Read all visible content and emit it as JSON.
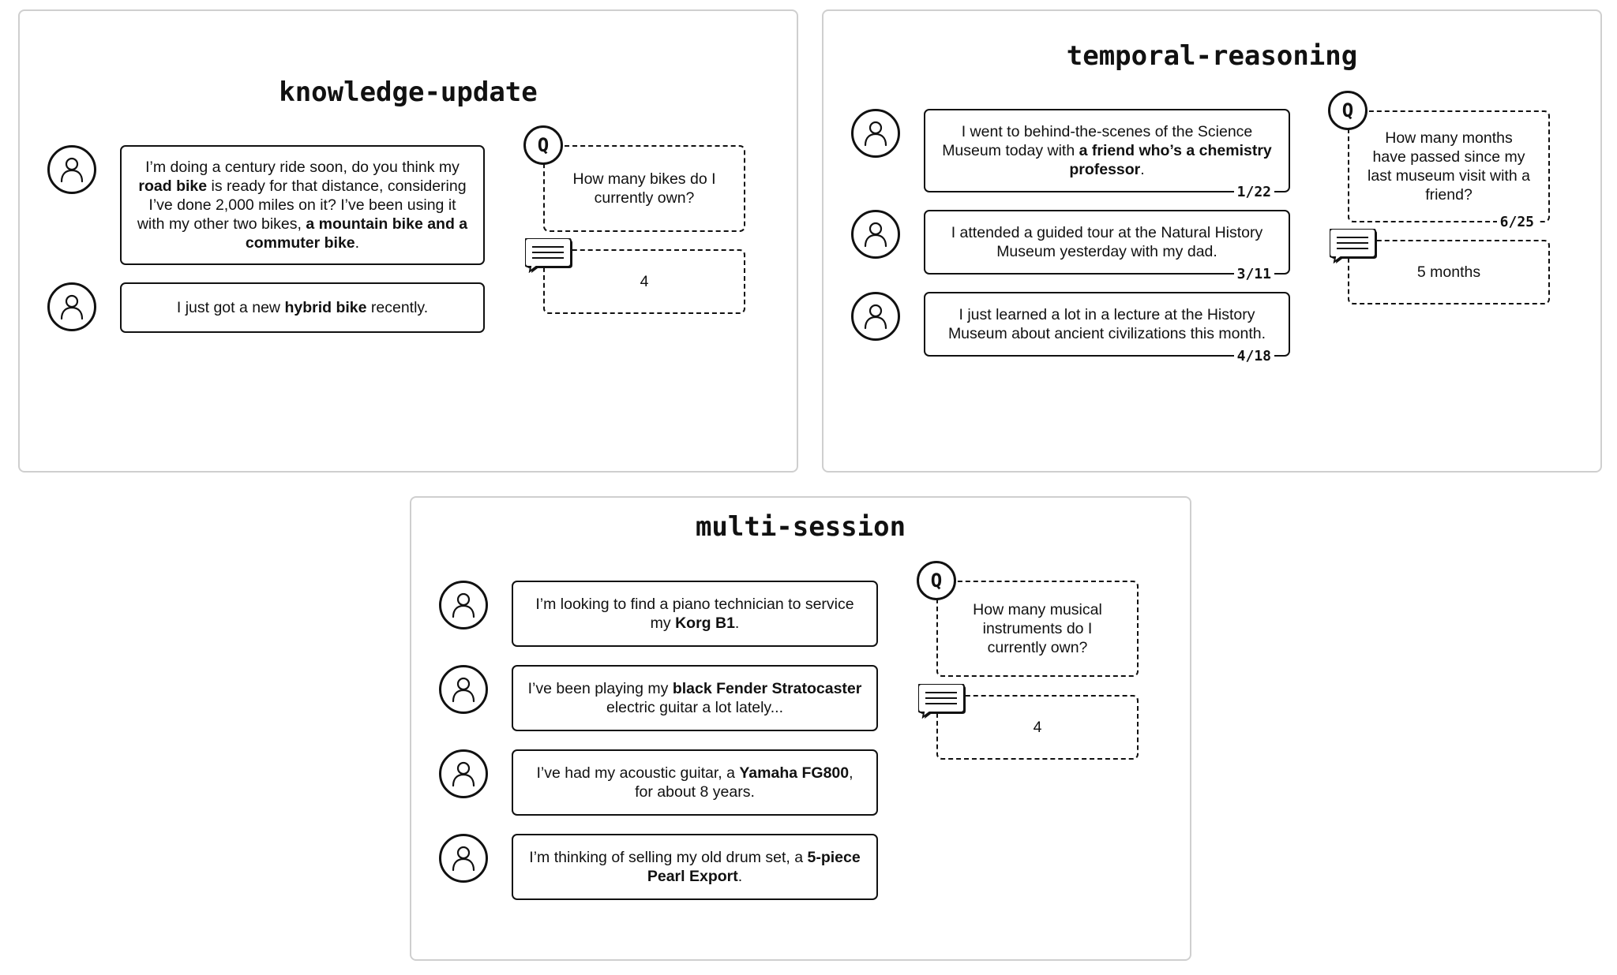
{
  "panels": {
    "knowledge_update": {
      "title": "knowledge-update",
      "messages": [
        {
          "parts": [
            {
              "t": "I’m doing a century ride soon, do you think my "
            },
            {
              "t": "road bike",
              "b": true
            },
            {
              "t": " is ready for that distance, considering I’ve done 2,000 miles on it? I’ve been using it with my other two bikes, "
            },
            {
              "t": "a mountain bike and a commuter bike",
              "b": true
            },
            {
              "t": "."
            }
          ]
        },
        {
          "parts": [
            {
              "t": "I just got a new "
            },
            {
              "t": "hybrid bike",
              "b": true
            },
            {
              "t": " recently."
            }
          ]
        }
      ],
      "question": "How many bikes do I currently own?",
      "answer": "4"
    },
    "temporal_reasoning": {
      "title": "temporal-reasoning",
      "messages": [
        {
          "parts": [
            {
              "t": "I went to behind-the-scenes of the Science Museum today with "
            },
            {
              "t": "a friend who’s a chemistry professor",
              "b": true
            },
            {
              "t": "."
            }
          ],
          "date": "1/22"
        },
        {
          "parts": [
            {
              "t": "I attended a guided tour at the Natural History Museum yesterday with my dad."
            }
          ],
          "date": "3/11"
        },
        {
          "parts": [
            {
              "t": "I just learned a lot in a lecture at the History Museum about ancient civilizations this month."
            }
          ],
          "date": "4/18"
        }
      ],
      "question": "How many months have passed since my last museum visit with a friend?",
      "question_date": "6/25",
      "answer": "5 months"
    },
    "multi_session": {
      "title": "multi-session",
      "messages": [
        {
          "parts": [
            {
              "t": "I’m looking to find a piano technician to service my "
            },
            {
              "t": "Korg B1",
              "b": true
            },
            {
              "t": "."
            }
          ]
        },
        {
          "parts": [
            {
              "t": "I’ve been playing my "
            },
            {
              "t": "black Fender Stratocaster",
              "b": true
            },
            {
              "t": " electric guitar a lot lately..."
            }
          ]
        },
        {
          "parts": [
            {
              "t": "I’ve had my acoustic guitar, a "
            },
            {
              "t": "Yamaha FG800",
              "b": true
            },
            {
              "t": ", for about 8 years."
            }
          ]
        },
        {
          "parts": [
            {
              "t": "I’m thinking of selling my old drum set, a "
            },
            {
              "t": "5-piece Pearl Export",
              "b": true
            },
            {
              "t": "."
            }
          ]
        }
      ],
      "question": "How many musical instruments do I currently own?",
      "answer": "4"
    }
  },
  "q_label": "Q",
  "icons": {
    "user": "user-icon",
    "chat": "chat-bubble-icon"
  }
}
